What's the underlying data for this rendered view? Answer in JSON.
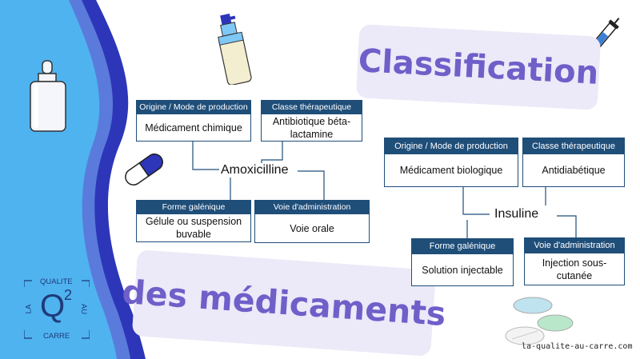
{
  "titles": {
    "line1": "Classification",
    "line2": "des médicaments"
  },
  "diagrams": [
    {
      "drug": "Amoxicilline",
      "origine": {
        "header": "Origine / Mode de production",
        "value": "Médicament chimique"
      },
      "classe": {
        "header": "Classe thérapeutique",
        "value": "Antibiotique béta-lactamine"
      },
      "forme": {
        "header": "Forme galénique",
        "value": "Gélule ou suspension buvable"
      },
      "voie": {
        "header": "Voie d'administration",
        "value": "Voie orale"
      }
    },
    {
      "drug": "Insuline",
      "origine": {
        "header": "Origine / Mode de production",
        "value": "Médicament biologique"
      },
      "classe": {
        "header": "Classe thérapeutique",
        "value": "Antidiabétique"
      },
      "forme": {
        "header": "Forme galénique",
        "value": "Solution injectable"
      },
      "voie": {
        "header": "Voie d'administration",
        "value": "Injection sous-cutanée"
      }
    }
  ],
  "logo": {
    "top": "QUALITE",
    "left": "LA",
    "right": "AU",
    "bottom": "CARRE",
    "mark": "Q",
    "exponent": "2"
  },
  "website": "la-qualite-au-carre.com",
  "icons": [
    "dropper-bottle-icon",
    "spray-bottle-icon",
    "syringe-icon",
    "capsule-icon",
    "tablets-icon"
  ],
  "colors": {
    "header_blue": "#1f4e79",
    "title_purple": "#6f5fc9",
    "pill_bg": "#ece9f8",
    "band_light": "#4fb3f0",
    "band_dark": "#2d36b8"
  }
}
